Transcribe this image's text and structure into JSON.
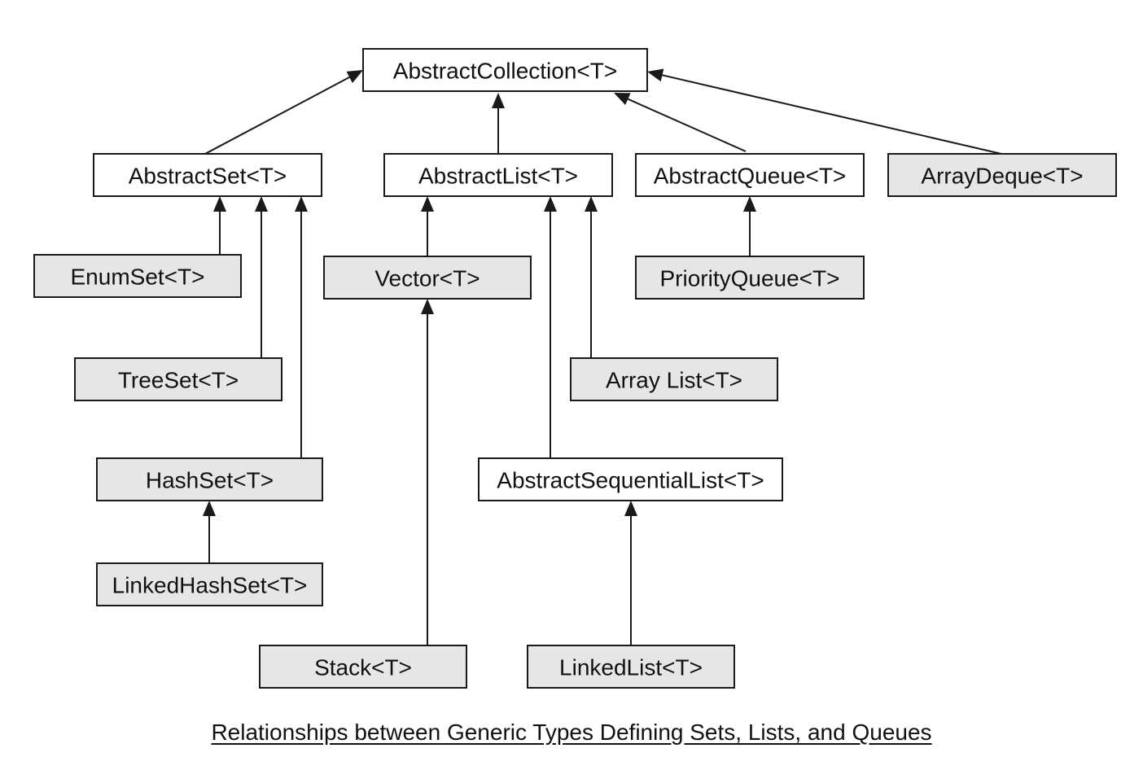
{
  "caption": "Relationships between Generic Types Defining Sets, Lists, and Queues",
  "colors": {
    "abstract_fill": "#ffffff",
    "concrete_fill": "#e6e6e6",
    "stroke": "#1a1a1a"
  },
  "nodes": {
    "abstract_collection": {
      "label": "AbstractCollection<T>",
      "kind": "abstract"
    },
    "abstract_set": {
      "label": "AbstractSet<T>",
      "kind": "abstract"
    },
    "abstract_list": {
      "label": "AbstractList<T>",
      "kind": "abstract"
    },
    "abstract_queue": {
      "label": "AbstractQueue<T>",
      "kind": "abstract"
    },
    "array_deque": {
      "label": "ArrayDeque<T>",
      "kind": "concrete"
    },
    "enum_set": {
      "label": "EnumSet<T>",
      "kind": "concrete"
    },
    "tree_set": {
      "label": "TreeSet<T>",
      "kind": "concrete"
    },
    "hash_set": {
      "label": "HashSet<T>",
      "kind": "concrete"
    },
    "linked_hash_set": {
      "label": "LinkedHashSet<T>",
      "kind": "concrete"
    },
    "vector": {
      "label": "Vector<T>",
      "kind": "concrete"
    },
    "stack": {
      "label": "Stack<T>",
      "kind": "concrete"
    },
    "array_list": {
      "label": "Array List<T>",
      "kind": "concrete"
    },
    "abstract_sequential_list": {
      "label": "AbstractSequentialList<T>",
      "kind": "abstract"
    },
    "linked_list": {
      "label": "LinkedList<T>",
      "kind": "concrete"
    },
    "priority_queue": {
      "label": "PriorityQueue<T>",
      "kind": "concrete"
    }
  },
  "edges": [
    {
      "from": "abstract_set",
      "to": "abstract_collection"
    },
    {
      "from": "abstract_list",
      "to": "abstract_collection"
    },
    {
      "from": "abstract_queue",
      "to": "abstract_collection"
    },
    {
      "from": "array_deque",
      "to": "abstract_collection"
    },
    {
      "from": "enum_set",
      "to": "abstract_set"
    },
    {
      "from": "tree_set",
      "to": "abstract_set"
    },
    {
      "from": "hash_set",
      "to": "abstract_set"
    },
    {
      "from": "linked_hash_set",
      "to": "hash_set"
    },
    {
      "from": "vector",
      "to": "abstract_list"
    },
    {
      "from": "stack",
      "to": "vector"
    },
    {
      "from": "abstract_sequential_list",
      "to": "abstract_list"
    },
    {
      "from": "array_list",
      "to": "abstract_list"
    },
    {
      "from": "linked_list",
      "to": "abstract_sequential_list"
    },
    {
      "from": "priority_queue",
      "to": "abstract_queue"
    }
  ]
}
